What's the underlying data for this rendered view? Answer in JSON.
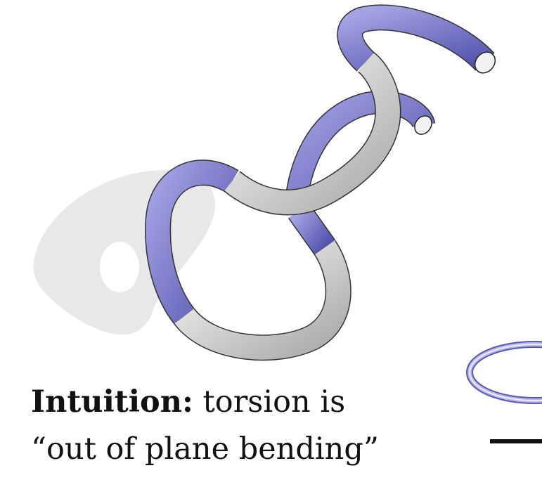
{
  "caption": {
    "lead": "Intuition:",
    "line1_rest": " torsion is",
    "line2": "“out of plane bending”"
  },
  "colors": {
    "tube_light": "#e8e8e8",
    "tube_dark": "#9b9b9b",
    "highlight_light": "#9a9ade",
    "highlight_dark": "#5c5cb6",
    "shadow": "#e7e7e7",
    "background": "#ffffff",
    "rule_line": "#111111"
  }
}
